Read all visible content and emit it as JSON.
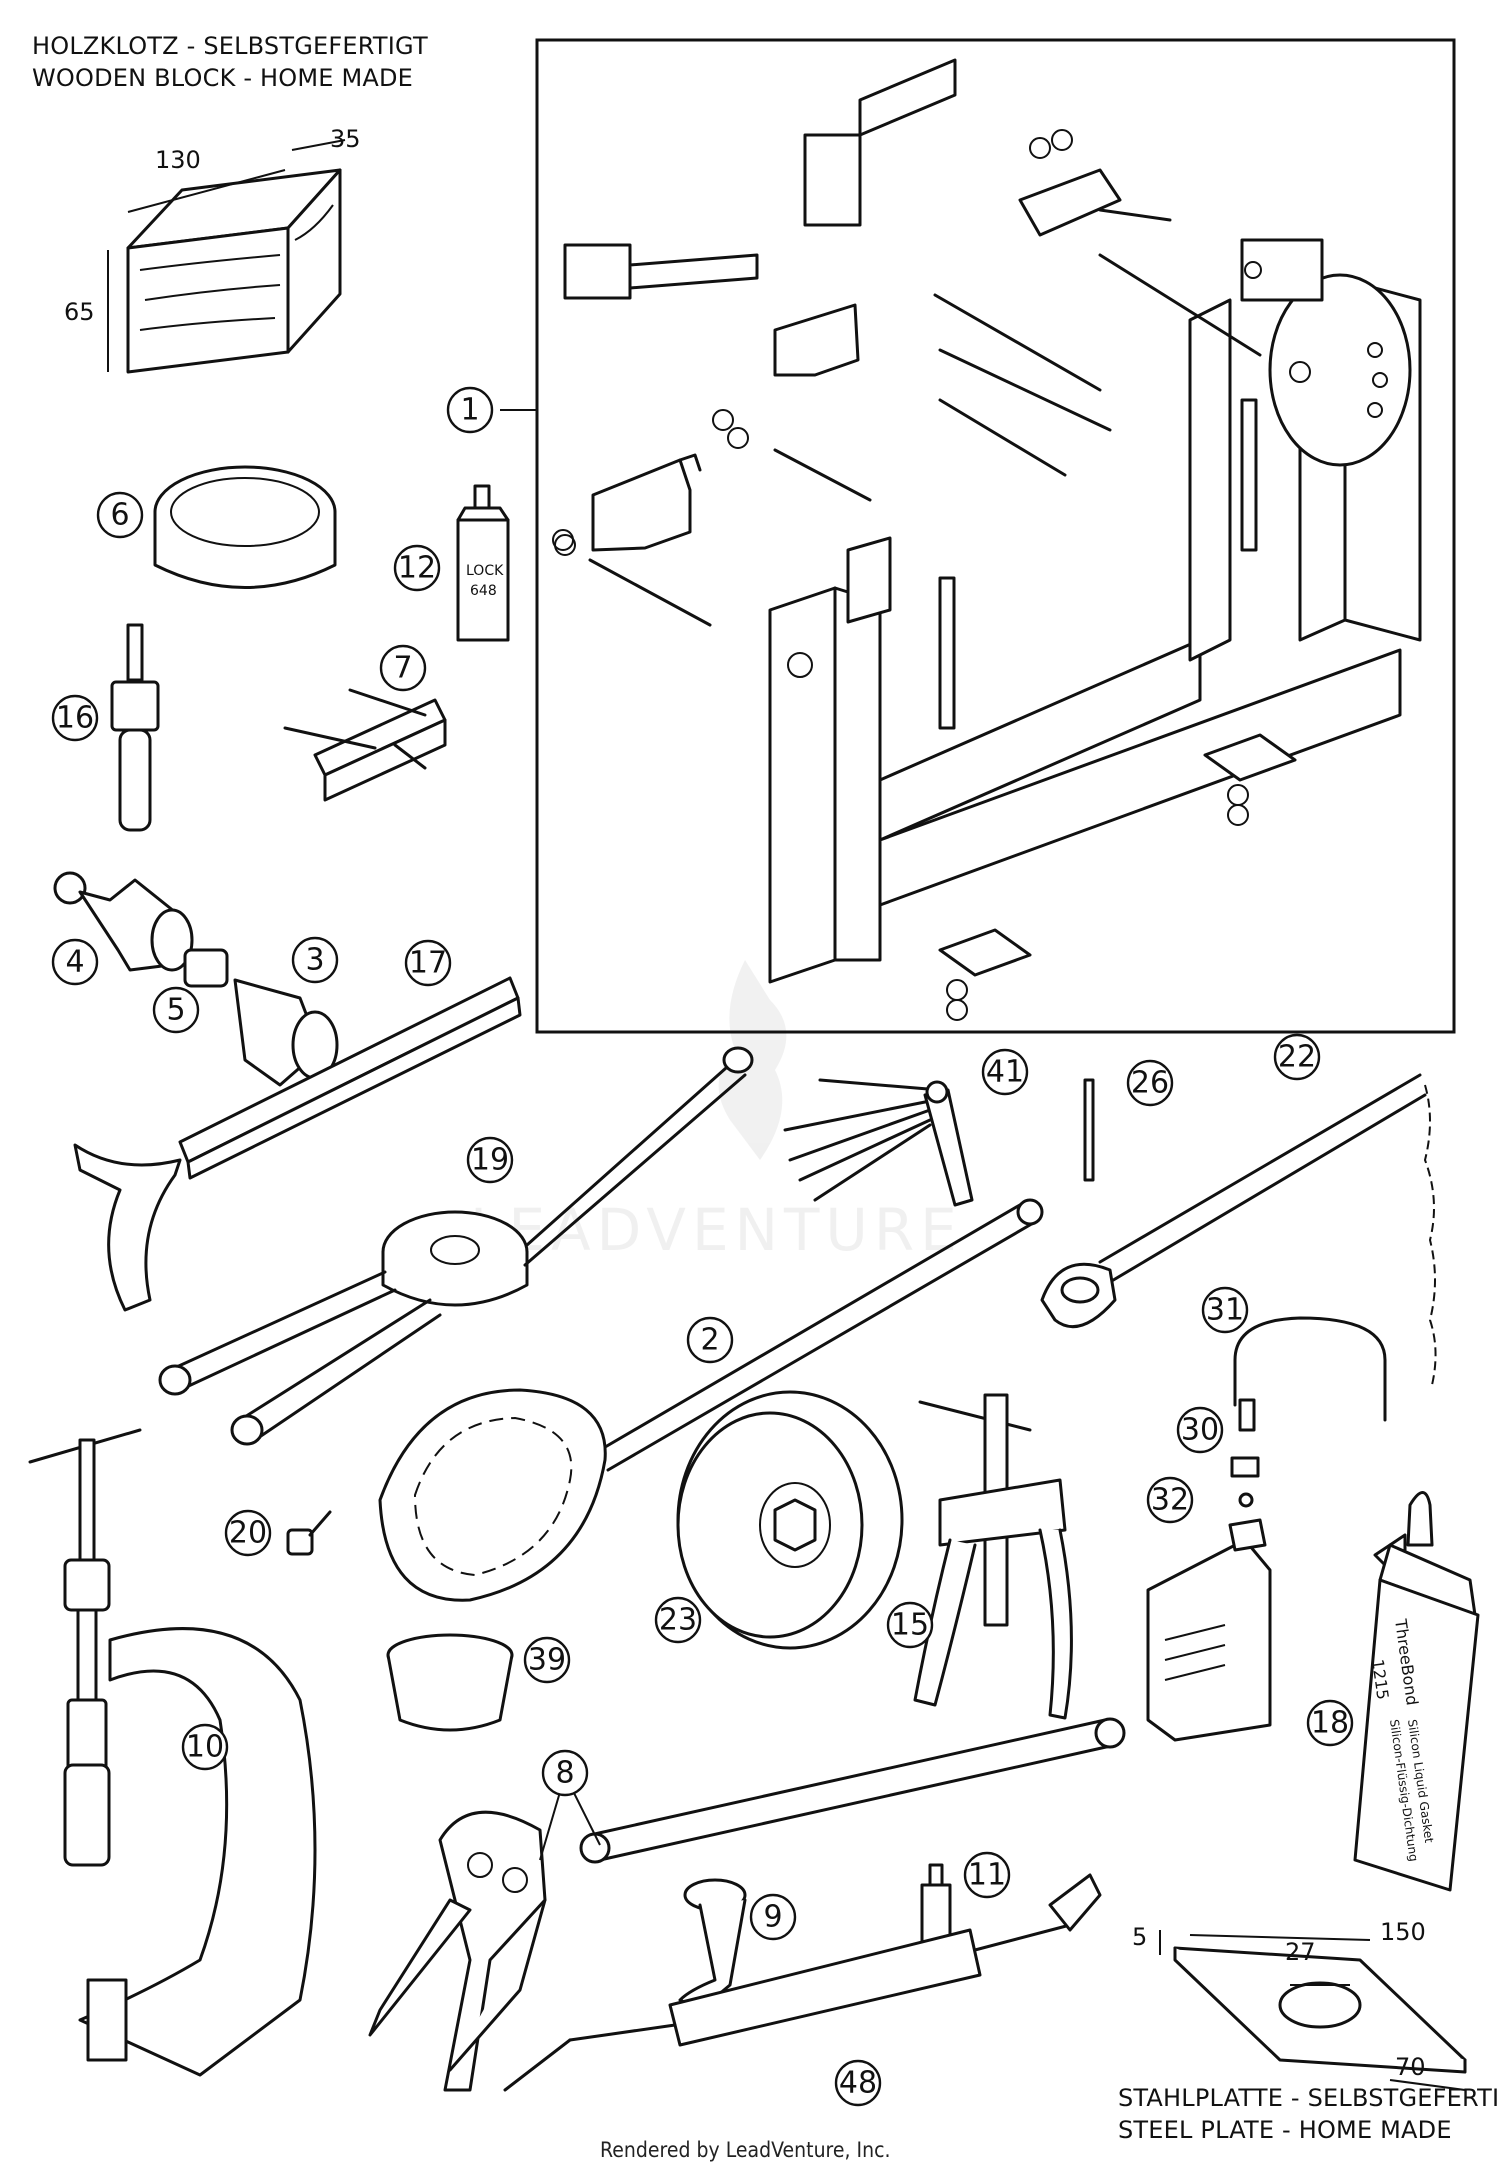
{
  "wooden_block": {
    "title_de": "HOLZKLOTZ - SELBSTGEFERTIGT",
    "title_en": "WOODEN BLOCK - HOME MADE",
    "dim_length": "130",
    "dim_width": "35",
    "dim_height": "65"
  },
  "steel_plate": {
    "title_de": "STAHLPLATTE - SELBSTGEFERTIGT",
    "title_en": "STEEL PLATE - HOME MADE",
    "dim_thickness": "5",
    "dim_hole": "27",
    "dim_length": "150",
    "dim_width": "70"
  },
  "tube_label": {
    "brand": "ThreeBond",
    "number": "1215",
    "text1": "Silicon Liquid Gasket",
    "text2": "Silicon-Flüssig-Dichtung"
  },
  "bottle_label": {
    "line1": "LOCK",
    "line2": "648"
  },
  "callouts": [
    "1",
    "2",
    "3",
    "4",
    "5",
    "6",
    "7",
    "8",
    "9",
    "10",
    "11",
    "12",
    "15",
    "16",
    "17",
    "18",
    "19",
    "20",
    "22",
    "23",
    "26",
    "30",
    "31",
    "32",
    "39",
    "41",
    "48"
  ],
  "footer": {
    "credit": "Rendered by LeadVenture, Inc."
  },
  "watermark": {
    "text": "LEADVENTURE"
  }
}
